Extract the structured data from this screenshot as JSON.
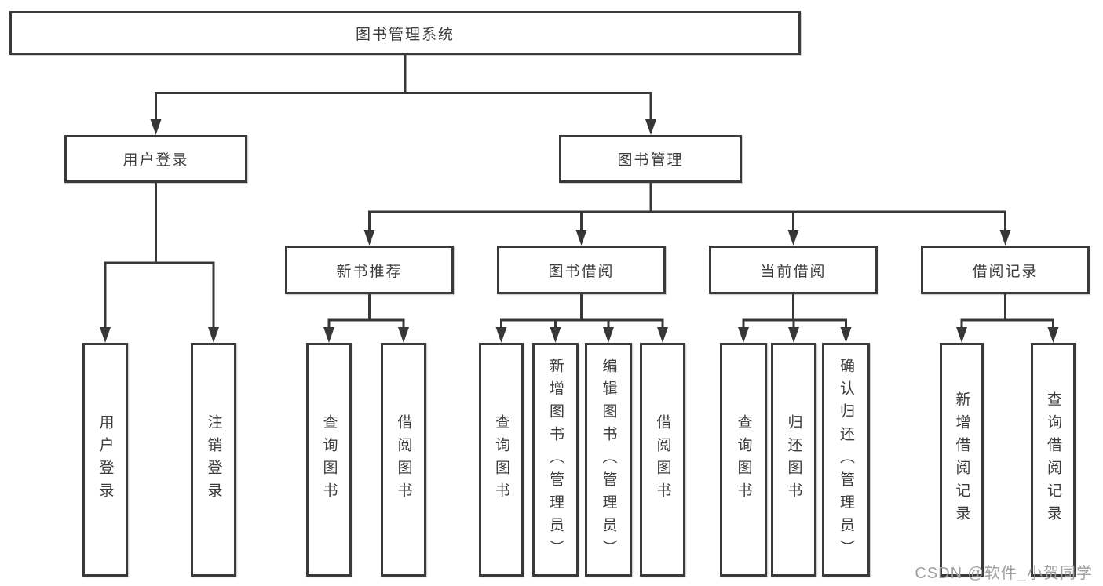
{
  "diagram": {
    "root": {
      "label": "图书管理系统"
    },
    "branches": [
      {
        "label": "用户登录",
        "leaves": [
          {
            "label": "用户登录"
          },
          {
            "label": "注销登录"
          }
        ]
      },
      {
        "label": "图书管理",
        "groups": [
          {
            "label": "新书推荐",
            "leaves": [
              {
                "label": "查询图书"
              },
              {
                "label": "借阅图书"
              }
            ]
          },
          {
            "label": "图书借阅",
            "leaves": [
              {
                "label": "查询图书"
              },
              {
                "label": "新增图书（管理员）"
              },
              {
                "label": "编辑图书（管理员）"
              },
              {
                "label": "借阅图书"
              }
            ]
          },
          {
            "label": "当前借阅",
            "leaves": [
              {
                "label": "查询图书"
              },
              {
                "label": "归还图书"
              },
              {
                "label": "确认归还（管理员）"
              }
            ]
          },
          {
            "label": "借阅记录",
            "leaves": [
              {
                "label": "新增借阅记录"
              },
              {
                "label": "查询借阅记录"
              }
            ]
          }
        ]
      }
    ]
  },
  "watermark": {
    "text": "CSDN @软件_小贺同学"
  },
  "colors": {
    "line": "#373737",
    "box_border": "#3a3a3a",
    "text": "#3c3c3c",
    "background": "#ffffff",
    "watermark": "#a0a0a0"
  }
}
